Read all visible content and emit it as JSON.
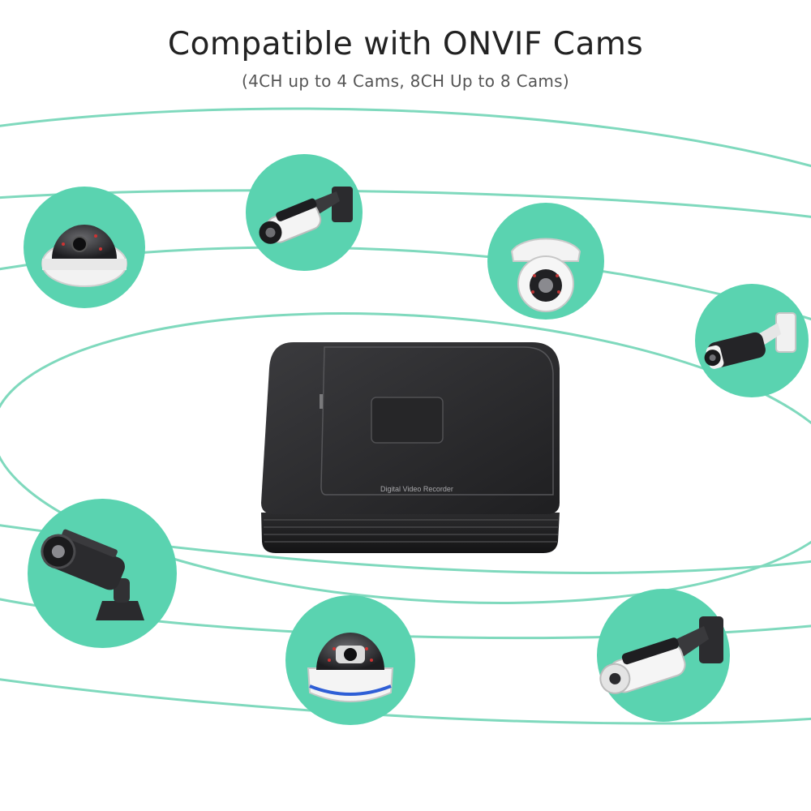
{
  "headline": {
    "title": "Compatible with ONVIF Cams",
    "subtitle": "(4CH up to 4 Cams, 8CH Up to 8 Cams)"
  },
  "recorder": {
    "label": "Digital Video Recorder"
  },
  "colors": {
    "accent": "#5ad3b0",
    "orbit_line": "#7fd9bd",
    "device_body": "#2a2a2c",
    "text_dark": "#222222"
  },
  "cameras": [
    {
      "icon": "dome-camera-icon"
    },
    {
      "icon": "bullet-camera-icon"
    },
    {
      "icon": "turret-camera-icon"
    },
    {
      "icon": "bullet-camera-icon"
    },
    {
      "icon": "bullet-camera-icon"
    },
    {
      "icon": "dome-camera-icon"
    },
    {
      "icon": "bullet-camera-icon"
    }
  ]
}
